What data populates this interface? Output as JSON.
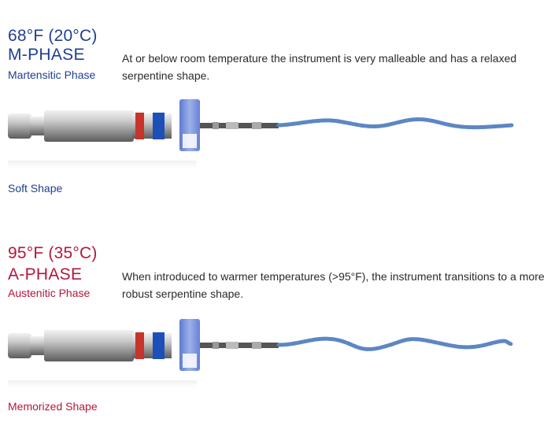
{
  "m_phase": {
    "temperature": "68°F (20°C)",
    "phase": "M-PHASE",
    "subtitle": "Martensitic Phase",
    "description": "At or below room temperature the instrument is very malleable and has a relaxed serpentine shape.",
    "shape_label": "Soft Shape"
  },
  "a_phase": {
    "temperature": "95°F (35°C)",
    "phase": "A-PHASE",
    "subtitle": "Austenitic Phase",
    "description": "When introduced to warmer temperatures (>95°F), the instrument transitions to a more robust serpentine shape.",
    "shape_label": "Memorized Shape"
  },
  "colors": {
    "m_phase_accent": "#1f3f94",
    "a_phase_accent": "#b3173c",
    "band_red": "#c8332b",
    "band_blue": "#1d4fb8",
    "stopper": "#7b93d8",
    "file_blue": "#5d86c4"
  }
}
